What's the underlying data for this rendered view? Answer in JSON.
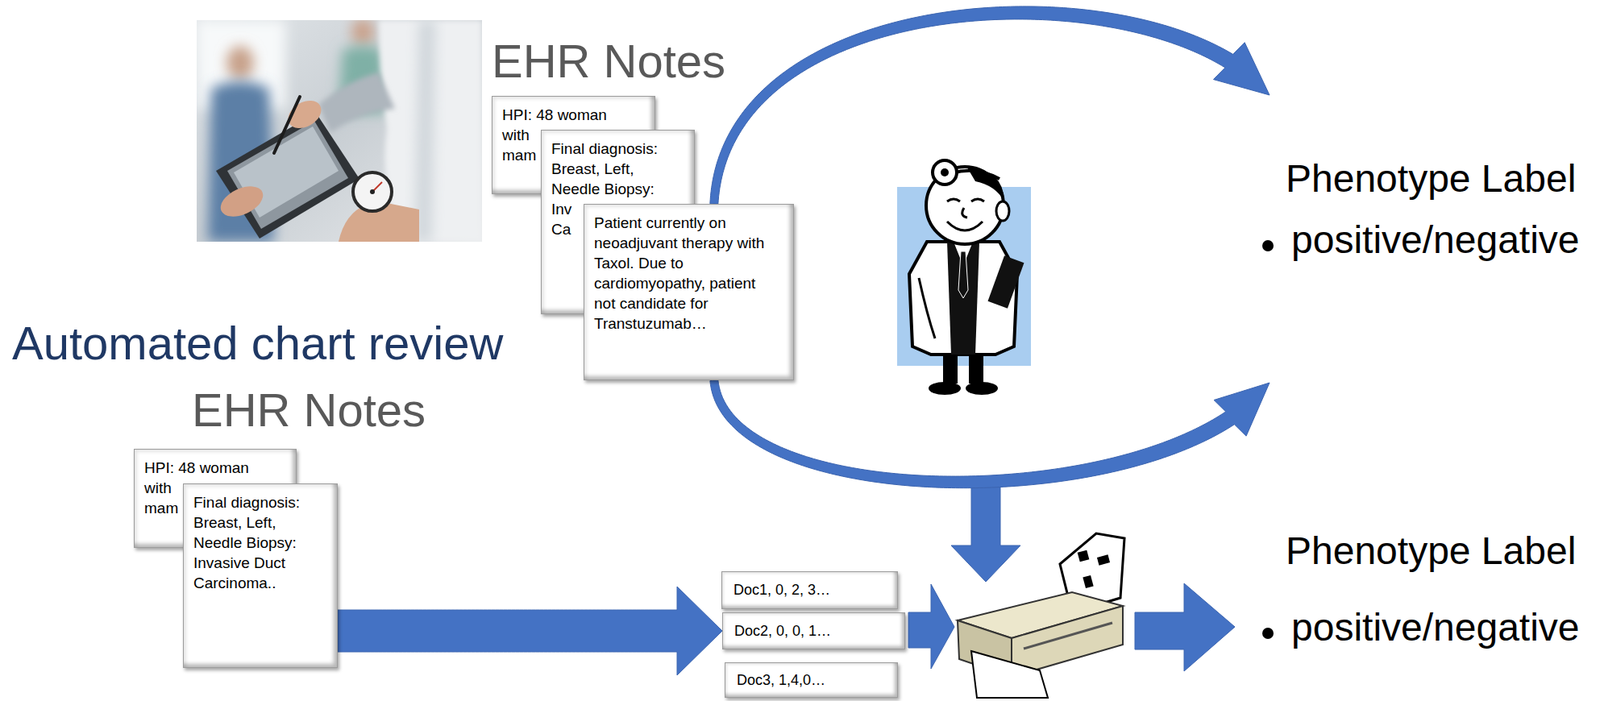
{
  "diagram": {
    "nodes": [
      {
        "text": [
          "HPI: 48 woman",
          "with mam"
        ]
      },
      {
        "text": [
          "Final diagnosis: Breast, Left, Needle Biopsy:",
          "Inv Ca"
        ]
      },
      {
        "text": [
          "Patient currently on neoadjuvant therapy with Taxol. Due to cardiomyopathy, patient not candidate for Transtuzumab…"
        ]
      },
      {
        "text": [
          "HPI: 48 woman",
          "with mam"
        ]
      },
      {
        "text": [
          "Final diagnosis: Breast, Left, Needle Biopsy: Invasive Duct Carcinoma.."
        ]
      },
      {
        "text": [
          "Doc1, 0, 2, 3…"
        ]
      },
      {
        "text": [
          "Doc2, 0, 0, 1…"
        ]
      },
      {
        "text": [
          "Doc3, 1,4,0…"
        ]
      },
      {
        "text": [
          "Phenotype Label",
          "positive/negative"
        ]
      },
      {
        "text": [
          "Phenotype Label",
          "positive/negative"
        ]
      }
    ],
    "edges": [
      {
        "from": 2,
        "to": 8,
        "arrow": "to"
      },
      {
        "from": 2,
        "to": 8,
        "arrow": "to"
      },
      {
        "from": 4,
        "to": 6,
        "arrow": "to"
      }
    ],
    "labels": [
      "EHR Notes",
      "Automated chart review",
      "EHR Notes"
    ]
  }
}
